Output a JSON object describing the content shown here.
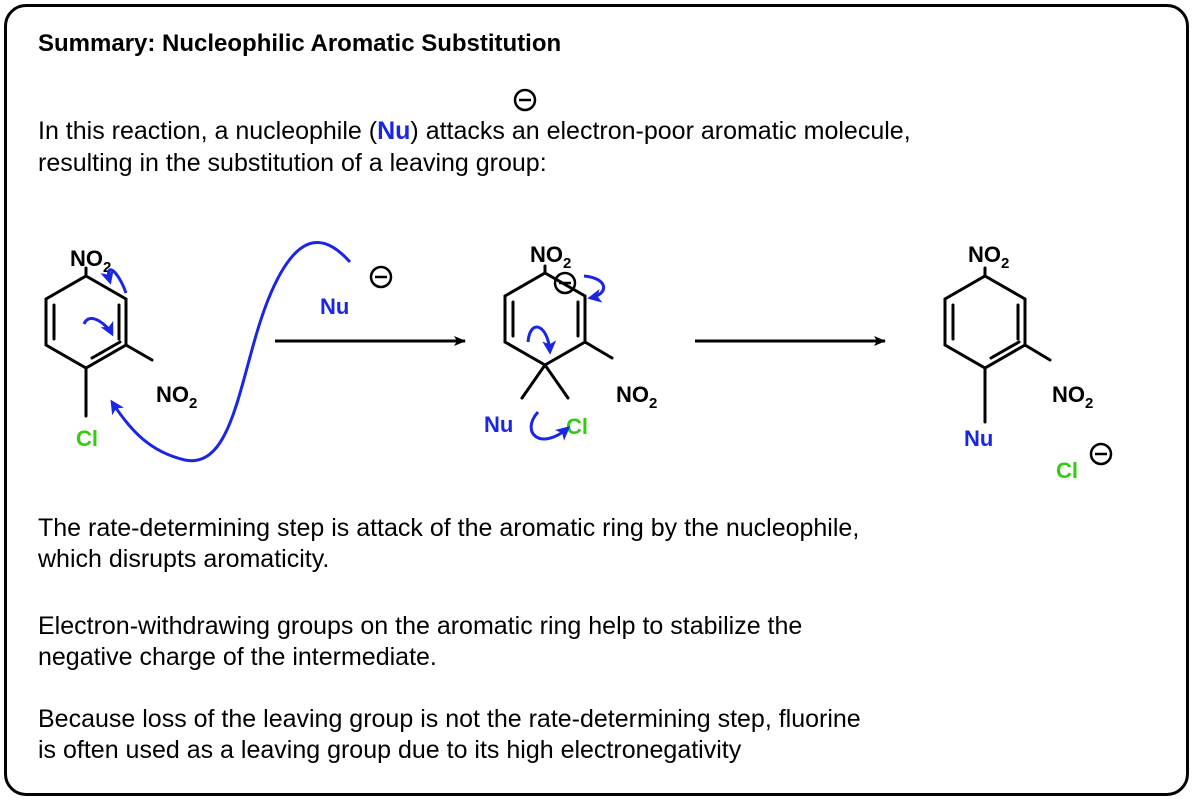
{
  "title": "Summary: Nucleophilic Aromatic Substitution",
  "intro": {
    "line1_before": "In this reaction, a nucleophile (",
    "nucleophile": "Nu",
    "line1_after": ") attacks an electron-poor aromatic molecule,",
    "line2": "resulting in the substitution of a leaving group:"
  },
  "scheme": {
    "nitro_label": "NO",
    "nitro_subscript": "2",
    "chloro_label": "Cl",
    "nucleophile_label": "Nu"
  },
  "notes": [
    {
      "line1": "The rate-determining step is attack of the aromatic ring by the nucleophile,",
      "line2": "which disrupts aromaticity."
    },
    {
      "line1": "Electron-withdrawing groups on the aromatic ring help to stabilize the",
      "line2": "negative charge of the intermediate."
    },
    {
      "line1": "Because loss of the leaving group is not the rate-determining step, fluorine",
      "line2": "is often used as a leaving group due to its high electronegativity"
    }
  ],
  "colors": {
    "arrow_blue": "#1a26e6",
    "chlorine_green": "#33cc11",
    "text": "#000000"
  }
}
